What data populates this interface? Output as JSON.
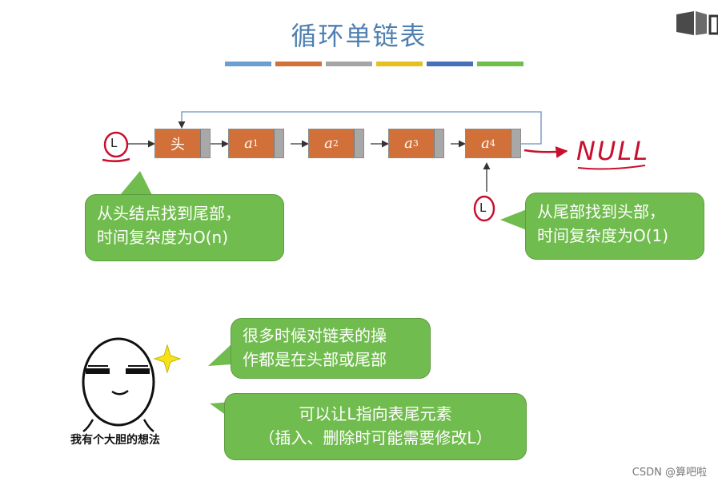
{
  "title": "循环单链表",
  "color_bar": [
    "#6b9fd0",
    "#d2703a",
    "#a5a5a5",
    "#e6c01e",
    "#4670b8",
    "#6fbf4b"
  ],
  "nodes": [
    {
      "label": "头",
      "sub": ""
    },
    {
      "label": "a",
      "sub": "1"
    },
    {
      "label": "a",
      "sub": "2"
    },
    {
      "label": "a",
      "sub": "3"
    },
    {
      "label": "a",
      "sub": "4"
    }
  ],
  "pointer_label": "L",
  "null_label": "NULL",
  "bubble_left": {
    "line1": "从头结点找到尾部，",
    "line2_prefix": "时间复杂度为",
    "complexity": "O(n)"
  },
  "bubble_right": {
    "line1": "从尾部找到头部，",
    "line2_prefix": "时间复杂度为",
    "complexity": "O(1)"
  },
  "bubble_mid": {
    "line1": "很多时候对链表的操",
    "line2": "作都是在头部或尾部"
  },
  "bubble_bottom": {
    "line1": "可以让L指向表尾元素",
    "line2": "（插入、删除时可能需要修改L）"
  },
  "meme_caption": "我有个大胆的想法",
  "watermark": "CSDN @算吧啦",
  "colors": {
    "node": "#d2703a",
    "pointer_cell": "#a8a8a8",
    "bubble": "#71bc4e",
    "annotation": "#c8102e",
    "title": "#4f7fb0"
  }
}
